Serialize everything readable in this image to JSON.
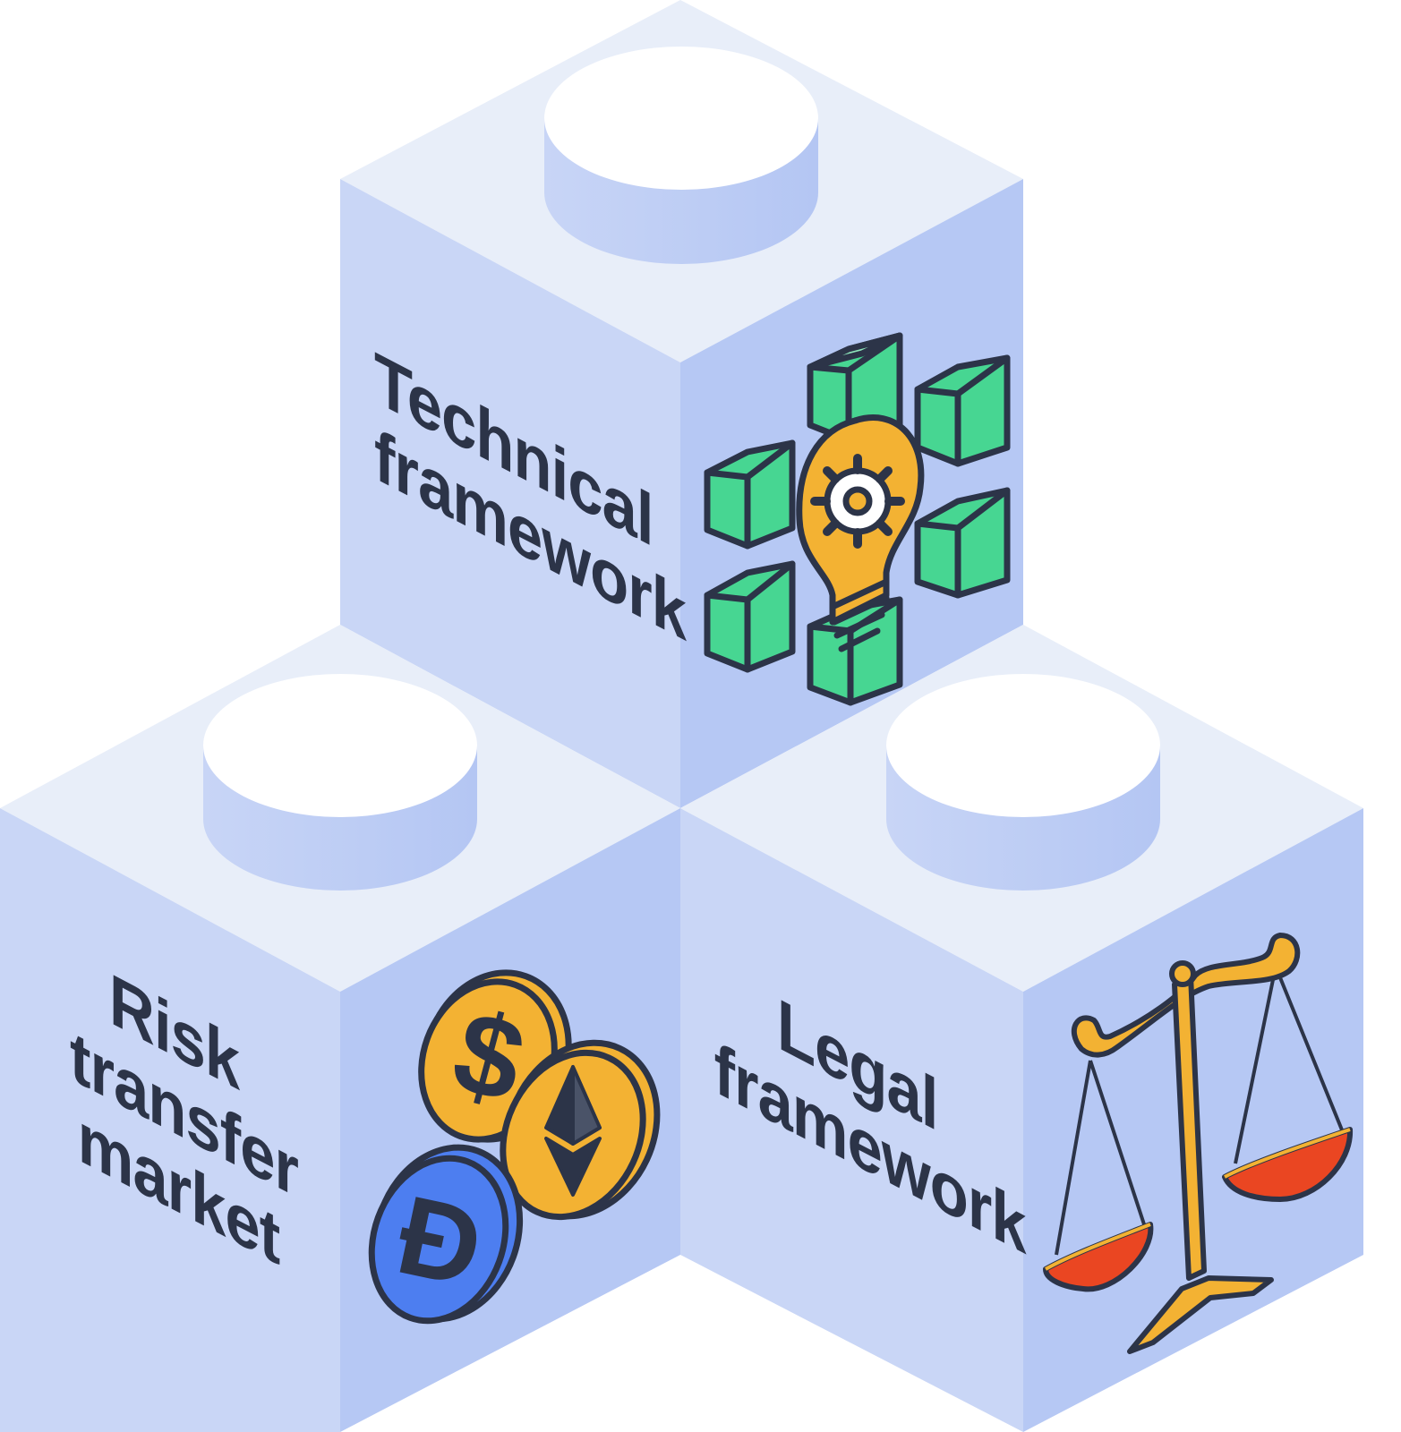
{
  "blocks": [
    {
      "id": "technical",
      "label_lines": [
        "Technical",
        "framework"
      ],
      "icon": "lightbulb-gear-with-cubes-icon"
    },
    {
      "id": "risk",
      "label_lines": [
        "Risk",
        "transfer",
        "market"
      ],
      "icon": "crypto-coins-icon"
    },
    {
      "id": "legal",
      "label_lines": [
        "Legal",
        "framework"
      ],
      "icon": "balance-scale-icon"
    }
  ],
  "coin_symbols": {
    "dollar": "$",
    "dogecoin": "Đ"
  },
  "colors": {
    "block_top": "#e8eef9",
    "block_left": "#c9d6f6",
    "block_right": "#b6c8f4",
    "stud_top": "#ffffff",
    "text": "#2c3448",
    "cube_green": "#47d692",
    "bulb_yellow": "#f3b233",
    "coin_blue": "#4d7ef0",
    "scale_red": "#ea4622"
  }
}
